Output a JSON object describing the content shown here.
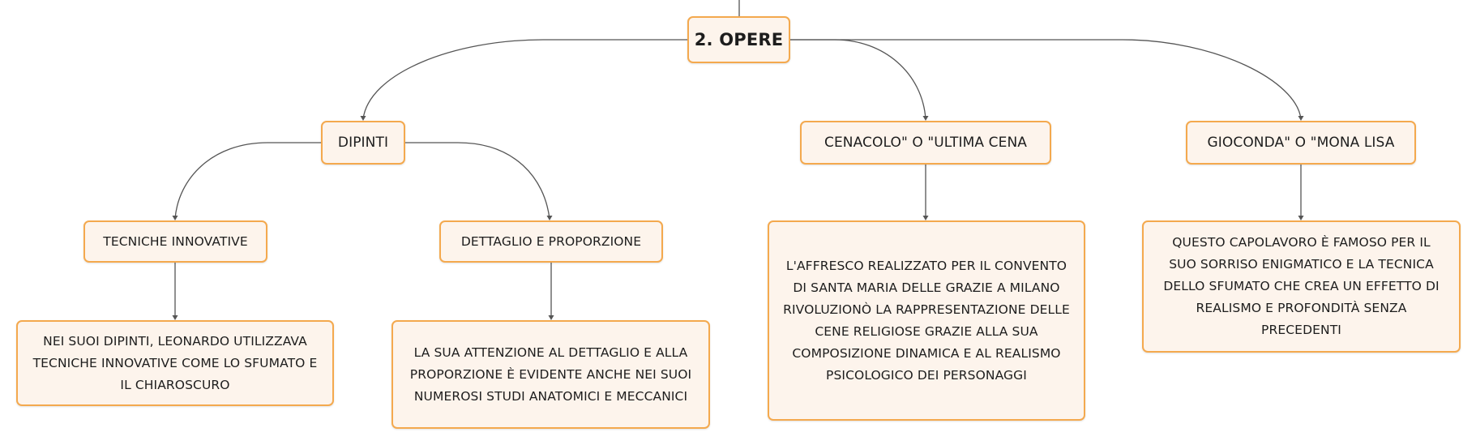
{
  "diagram": {
    "root": {
      "label": "2. OPERE"
    },
    "categories": [
      {
        "label": "DIPINTI"
      },
      {
        "label": "CENACOLO\" O \"ULTIMA CENA"
      },
      {
        "label": "GIOCONDA\" O \"MONA LISA"
      }
    ],
    "subtopics": [
      {
        "label": "TECNICHE INNOVATIVE"
      },
      {
        "label": "DETTAGLIO E PROPORZIONE"
      }
    ],
    "descriptions": [
      {
        "lines": [
          "NEI SUOI DIPINTI, LEONARDO UTILIZZAVA",
          "TECNICHE INNOVATIVE COME LO SFUMATO E",
          "IL CHIAROSCURO"
        ]
      },
      {
        "lines": [
          "LA SUA ATTENZIONE AL DETTAGLIO E ALLA",
          "PROPORZIONE È EVIDENTE ANCHE NEI SUOI",
          "NUMEROSI STUDI ANATOMICI E MECCANICI"
        ]
      },
      {
        "lines": [
          "L'AFFRESCO REALIZZATO PER IL CONVENTO",
          "DI SANTA MARIA DELLE GRAZIE A MILANO",
          "RIVOLUZIONÒ LA RAPPRESENTAZIONE DELLE",
          "CENE RELIGIOSE GRAZIE ALLA SUA",
          "COMPOSIZIONE DINAMICA E AL REALISMO",
          "PSICOLOGICO DEI PERSONAGGI"
        ]
      },
      {
        "lines": [
          "QUESTO CAPOLAVORO È FAMOSO PER IL",
          "SUO SORRISO ENIGMATICO E LA TECNICA",
          "DELLO SFUMATO CHE CREA UN EFFETTO DI",
          "REALISMO E PROFONDITÀ SENZA",
          "PRECEDENTI"
        ]
      }
    ],
    "colors": {
      "node_border": "#f4a94e",
      "node_fill": "#fdf4ec",
      "connector": "#555555",
      "text": "#1d1d1d"
    }
  }
}
